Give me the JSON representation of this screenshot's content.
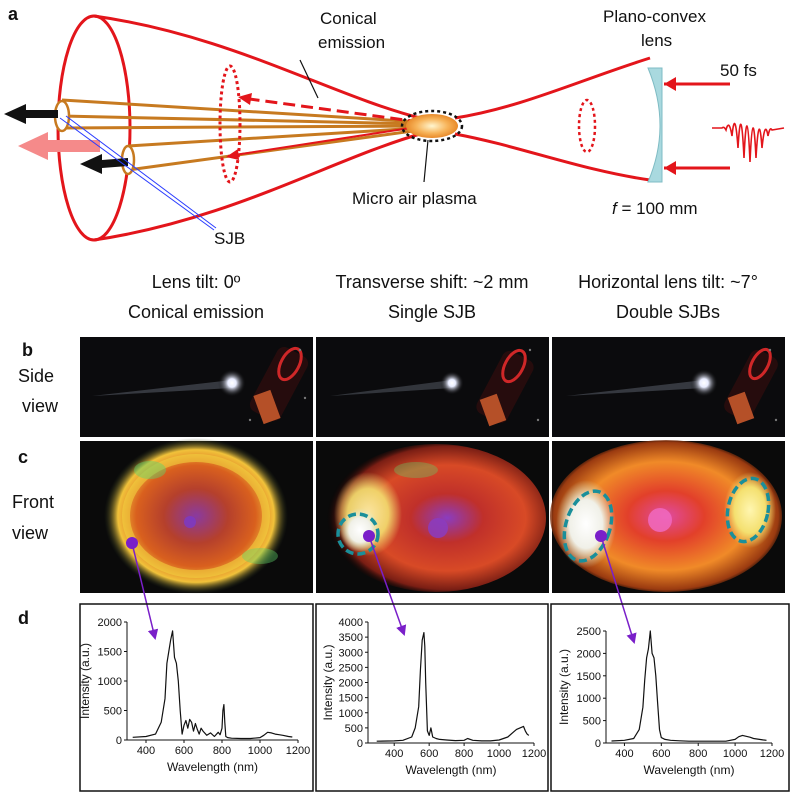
{
  "panel_a": {
    "letter": "a",
    "conical_label": [
      "Conical",
      "emission"
    ],
    "lens_label": [
      "Plano-convex",
      "lens"
    ],
    "pulse_label": "50 fs",
    "plasma_label": "Micro air plasma",
    "focal_italic": "f",
    "focal_value": " = 100 mm",
    "sjb_label": "SJB"
  },
  "columns": [
    {
      "line1": "Lens tilt: 0º",
      "line2": "Conical emission"
    },
    {
      "line1": "Transverse shift: ~2 mm",
      "line2": "Single SJB"
    },
    {
      "line1": "Horizontal lens tilt: ~7°",
      "line2": "Double SJBs"
    }
  ],
  "panel_b": {
    "letter": "b",
    "row_label": [
      "Side",
      "view"
    ]
  },
  "panel_c": {
    "letter": "c",
    "row_label": [
      "Front",
      "view"
    ]
  },
  "panel_d": {
    "letter": "d"
  },
  "colors": {
    "beam": "#e3151b",
    "channel": "#c77a20",
    "lens": "#a9d9df",
    "arrow_black": "#111111",
    "arrow_pink": "#f58a8a",
    "marker": "#7a1fc9",
    "sjb_dash": "#1a8f9a"
  },
  "chart_data": [
    {
      "type": "line",
      "xlabel": "Wavelength (nm)",
      "ylabel": "Intensity (a.u.)",
      "xlim": [
        300,
        1200
      ],
      "ylim": [
        0,
        2000
      ],
      "xticks": [
        400,
        600,
        800,
        1000,
        1200
      ],
      "yticks": [
        0,
        500,
        1000,
        1500,
        2000
      ],
      "x": [
        330,
        400,
        450,
        480,
        500,
        510,
        520,
        530,
        540,
        550,
        560,
        570,
        580,
        590,
        600,
        610,
        620,
        630,
        640,
        650,
        660,
        670,
        680,
        690,
        700,
        720,
        740,
        760,
        780,
        790,
        800,
        805,
        810,
        815,
        820,
        830,
        850,
        900,
        950,
        1000,
        1020,
        1040,
        1060,
        1080,
        1100,
        1120,
        1150,
        1170
      ],
      "y": [
        45,
        60,
        100,
        300,
        700,
        1300,
        1500,
        1700,
        1850,
        1400,
        1300,
        1000,
        500,
        100,
        250,
        330,
        200,
        350,
        300,
        150,
        280,
        180,
        100,
        200,
        150,
        80,
        120,
        60,
        130,
        90,
        200,
        500,
        600,
        300,
        60,
        40,
        30,
        25,
        25,
        40,
        80,
        130,
        120,
        100,
        90,
        80,
        60,
        50
      ]
    },
    {
      "type": "line",
      "xlabel": "Wavelength (nm)",
      "ylabel": "Intensity (a.u.)",
      "xlim": [
        250,
        1200
      ],
      "ylim": [
        0,
        4000
      ],
      "xticks": [
        400,
        600,
        800,
        1000,
        1200
      ],
      "yticks": [
        0,
        500,
        1000,
        1500,
        2000,
        2500,
        3000,
        3500,
        4000
      ],
      "x": [
        300,
        400,
        450,
        500,
        520,
        540,
        550,
        560,
        570,
        575,
        580,
        590,
        600,
        610,
        620,
        640,
        660,
        700,
        750,
        800,
        820,
        850,
        900,
        950,
        1000,
        1050,
        1080,
        1100,
        1120,
        1140,
        1150,
        1160,
        1170
      ],
      "y": [
        60,
        70,
        90,
        200,
        500,
        1200,
        2400,
        3400,
        3650,
        3200,
        2000,
        400,
        250,
        500,
        200,
        150,
        120,
        100,
        80,
        90,
        150,
        90,
        70,
        70,
        100,
        200,
        350,
        450,
        500,
        550,
        400,
        300,
        250
      ]
    },
    {
      "type": "line",
      "xlabel": "Wavelength (nm)",
      "ylabel": "Intensity (a.u.)",
      "xlim": [
        300,
        1200
      ],
      "ylim": [
        0,
        2500
      ],
      "xticks": [
        400,
        600,
        800,
        1000,
        1200
      ],
      "yticks": [
        0,
        500,
        1000,
        1500,
        2000,
        2500
      ],
      "x": [
        330,
        400,
        450,
        480,
        500,
        510,
        520,
        530,
        540,
        550,
        560,
        570,
        580,
        590,
        600,
        620,
        650,
        700,
        750,
        800,
        850,
        900,
        950,
        1000,
        1020,
        1040,
        1060,
        1080,
        1100,
        1150,
        1170
      ],
      "y": [
        45,
        60,
        100,
        300,
        800,
        1400,
        1900,
        2100,
        2500,
        2000,
        1900,
        1500,
        900,
        300,
        120,
        80,
        60,
        50,
        40,
        40,
        40,
        40,
        40,
        80,
        140,
        170,
        150,
        130,
        100,
        70,
        60
      ]
    }
  ]
}
